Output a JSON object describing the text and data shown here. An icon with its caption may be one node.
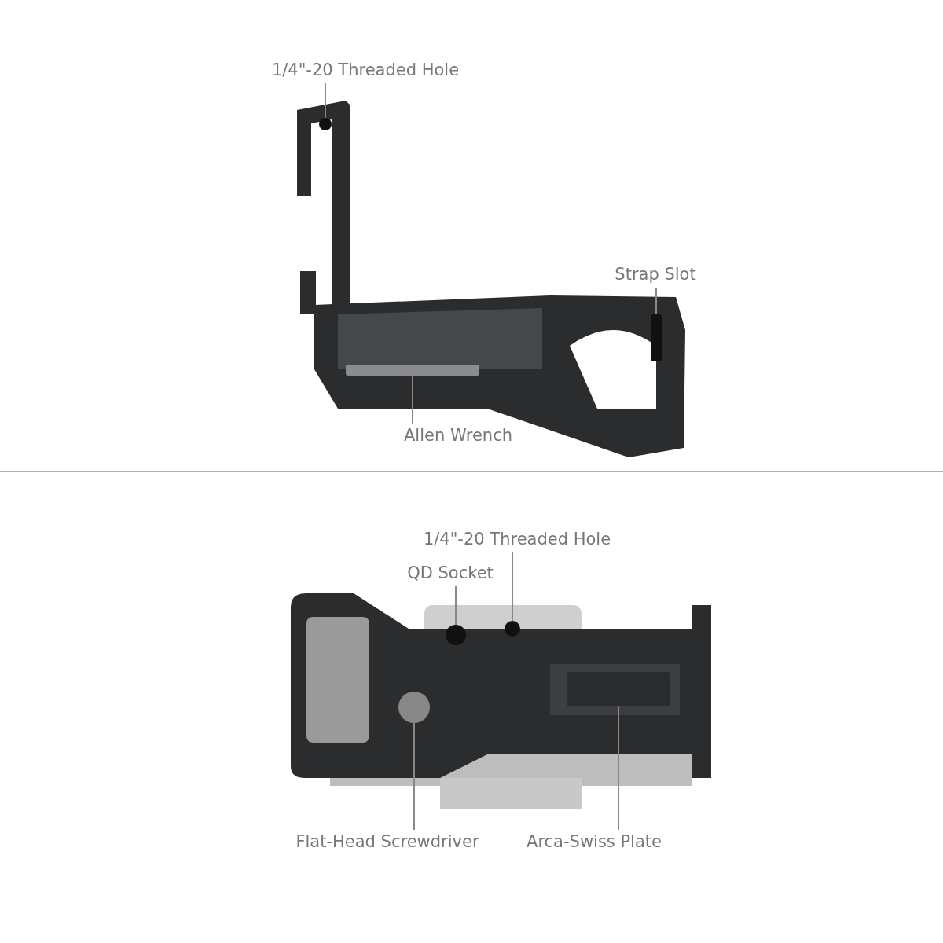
{
  "diagram": {
    "nodes": [
      {
        "text": [
          "1/4\"-20 Threaded Hole"
        ]
      },
      {
        "text": [],
        "shape": "circle"
      },
      {
        "text": [
          "Strap Slot"
        ]
      },
      {
        "text": [],
        "shape": "box"
      },
      {
        "text": [
          "Allen Wrench"
        ]
      },
      {
        "text": [],
        "shape": "box"
      },
      {
        "text": [
          "1/4\"-20 Threaded Hole"
        ]
      },
      {
        "text": [],
        "shape": "circle"
      },
      {
        "text": [
          "QD Socket"
        ]
      },
      {
        "text": [],
        "shape": "circle"
      },
      {
        "text": [
          "Flat-Head Screwdriver"
        ]
      },
      {
        "text": [],
        "shape": "circle"
      },
      {
        "text": [
          "Arca-Swiss Plate"
        ]
      },
      {
        "text": [],
        "shape": "box"
      }
    ],
    "edges": [
      {
        "from": 0,
        "to": 1,
        "arrow": "none"
      },
      {
        "from": 2,
        "to": 3,
        "arrow": "none"
      },
      {
        "from": 4,
        "to": 5,
        "arrow": "none"
      },
      {
        "from": 6,
        "to": 7,
        "arrow": "none"
      },
      {
        "from": 8,
        "to": 9,
        "arrow": "none"
      },
      {
        "from": 10,
        "to": 11,
        "arrow": "none"
      },
      {
        "from": 12,
        "to": 13,
        "arrow": "none"
      }
    ]
  }
}
